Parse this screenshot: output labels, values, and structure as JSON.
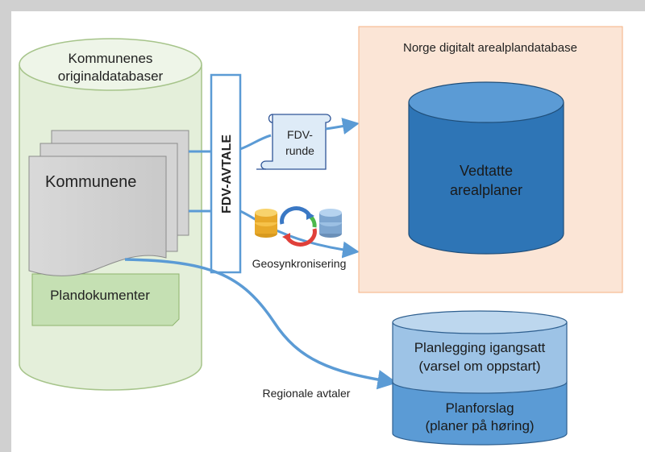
{
  "source_db": {
    "title_line1": "Kommunenes",
    "title_line2": "originaldatabaser",
    "kommunene": "Kommunene",
    "plandokumenter": "Plandokumenter"
  },
  "agreement": {
    "label": "FDV-AVTALE"
  },
  "fdv_scroll": {
    "line1": "FDV-",
    "line2": "runde"
  },
  "geosync": {
    "label": "Geosynkronisering"
  },
  "target": {
    "title": "Norge digitalt arealplandatabase",
    "db_line1": "Vedtatte",
    "db_line2": "arealplaner"
  },
  "regional": {
    "label": "Regionale avtaler",
    "top_line1": "Planlegging igangsatt",
    "top_line2": "(varsel om oppstart)",
    "bottom_line1": "Planforslag",
    "bottom_line2": "(planer på høring)"
  },
  "colors": {
    "source_fill": "#e4efda",
    "doc_fill": "#d9d9d9",
    "plandok_fill": "#c5e0b3",
    "target_fill": "#fbe5d6",
    "db_blue": "#2e75b6",
    "top_cyl": "#9dc3e6",
    "bottom_cyl": "#5b9bd5",
    "arrow_blue": "#5b9bd5"
  }
}
